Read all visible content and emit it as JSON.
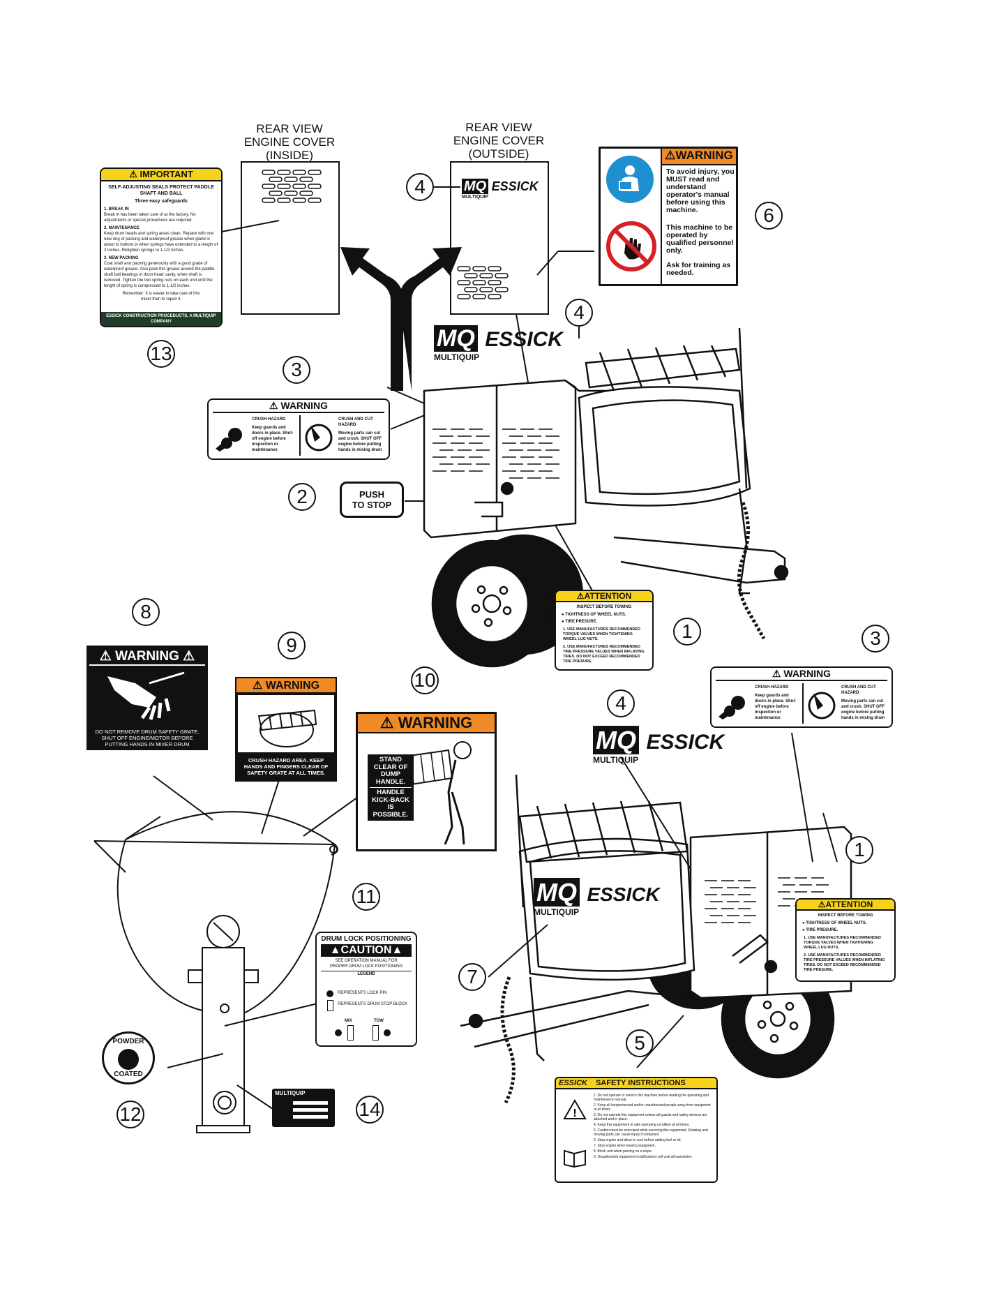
{
  "captions": {
    "inside": [
      "REAR VIEW",
      "ENGINE COVER",
      "(INSIDE)"
    ],
    "outside": [
      "REAR VIEW",
      "ENGINE COVER",
      "(OUTSIDE)"
    ]
  },
  "callouts": {
    "c1a": "1",
    "c1b": "1",
    "c2": "2",
    "c3a": "3",
    "c3b": "3",
    "c4a": "4",
    "c4b": "4",
    "c4c": "4",
    "c5": "5",
    "c6": "6",
    "c7": "7",
    "c8": "8",
    "c9": "9",
    "c10": "10",
    "c11": "11",
    "c12": "12",
    "c13": "13",
    "c14": "14"
  },
  "brand": {
    "mq": "MQ",
    "essick": "ESSICK",
    "multiquip": "MULTIQUIP"
  },
  "decal13": {
    "header": "⚠ IMPORTANT",
    "title": "SELF-ADJUSTING SEALS PROTECT PADDLE SHAFT AND BALL",
    "subtitle": "Three easy safeguards",
    "s1": "1. BREAK IN",
    "t1": "Break in has been taken care of at the factory. No adjustments or special procedures are required.",
    "s2": "2. MAINTENANCE",
    "t2": "Keep drum heads and spring areas clean. Repack with one new ring of packing and waterproof grease when gland is about to bottom or when springs have extended to a length of 2 inches. Retighten springs to 1-1/2 inches.",
    "s3": "3. NEW PACKING",
    "t3": "Coat shaft and packing generously with a good grade of waterproof grease. Also pack this grease around the paddle shaft ball bearings in drum head cavity, when shaft is removed. Tighten the two spring nuts on each end until the lenght of spring is compressed to 1-1/2 inches.",
    "remember": "Remember: It is easier to take care of this mixer than to repair it.",
    "footer": "ESSICK CONSTRUCTION PROCEDUCTS, A MULTIQUIP COMPANY"
  },
  "decal6": {
    "header": "⚠WARNING",
    "p1": "To avoid injury, you MUST read and understand operator's manual before using this machine.",
    "p2": "This machine to be operated by qualified personnel only.",
    "p3": "Ask for training as needed."
  },
  "decal3": {
    "header": "⚠ WARNING",
    "l_title": "CRUSH HAZARD",
    "l_text": "Keep guards and doors in place. Shut-off engine before inspection or maintenance",
    "r_title": "CRUSH AND CUT HAZARD",
    "r_text": "Moving parts can cut and crush. SHUT OFF engine before putting hands in mixing drum"
  },
  "decal2": {
    "l1": "PUSH",
    "l2": "TO STOP"
  },
  "decal1": {
    "header": "⚠ATTENTION",
    "title": "INSPECT BEFORE TOWING",
    "b1": "● TIGHTNESS OF WHEEL NUTS.",
    "b2": "● TIRE PRESURE.",
    "n1": "1. USE MANUFACTURES RECOMMENDED TORQUE VALVES WHEN TIGHTENING WHEEL LUG NUTS.",
    "n2": "2. USE MANUFACTURES RECOMMENDED TIRE PRESSURE VALUES WHEN INFLATING TIRES. DO NOT EXCEED RECOMMENDED TIRE PRESURE."
  },
  "decal8": {
    "header": "⚠ WARNING ⚠",
    "text": "DO NOT REMOVE DRUM SAFETY GRATE, SHUT OFF ENGINE/MOTOR BEFORE PUTTING HANDS IN MIXER DRUM"
  },
  "decal9": {
    "header": "⚠ WARNING",
    "text": "CRUSH HAZARD AREA. KEEP HANDS AND FINGERS CLEAR OF SAFETY GRATE AT ALL TIMES."
  },
  "decal10": {
    "header": "⚠ WARNING",
    "t1": "STAND CLEAR OF DUMP HANDLE.",
    "t2": "HANDLE KICK-BACK IS POSSIBLE."
  },
  "decal11": {
    "title": "DRUM LOCK POSITIONING",
    "caution": "CAUTION",
    "note": "SEE OPERATION MANUAL FOR PROPER DRUM LOCK POSITIONING",
    "legend": "LEGEND",
    "pin": "REPRESENTS LOCK PIN",
    "block": "REPRESENTS DRUM STOP BLOCK",
    "mix": "MIX",
    "tow": "TOW"
  },
  "decal12": {
    "top": "POWDER",
    "bottom": "COATED"
  },
  "decal14": {
    "brand": "MULTIQUIP"
  },
  "decal5": {
    "brand": "ESSICK",
    "title": "SAFETY INSTRUCTIONS",
    "items": [
      "1. Do not operate or service this machine before reading the operating and maintenance manual.",
      "2. Keep all inexperienced and/or unauthorized people away from equipment at all times.",
      "3. Do not operate this equipment unless all guards and safety devices are attached and in place.",
      "4. Keep this equipment in safe operating condition at all times.",
      "5. Caution must be exercised while servicing this equipment. Rotating and moving parts can cause injury if contacted.",
      "6. Stop engine and allow to cool before adding fuel or oil.",
      "7. Stop engine when leaving equipment.",
      "8. Block unit when parking on a slope.",
      "9. Unauthorized equipment modifications will void all warranties."
    ]
  }
}
